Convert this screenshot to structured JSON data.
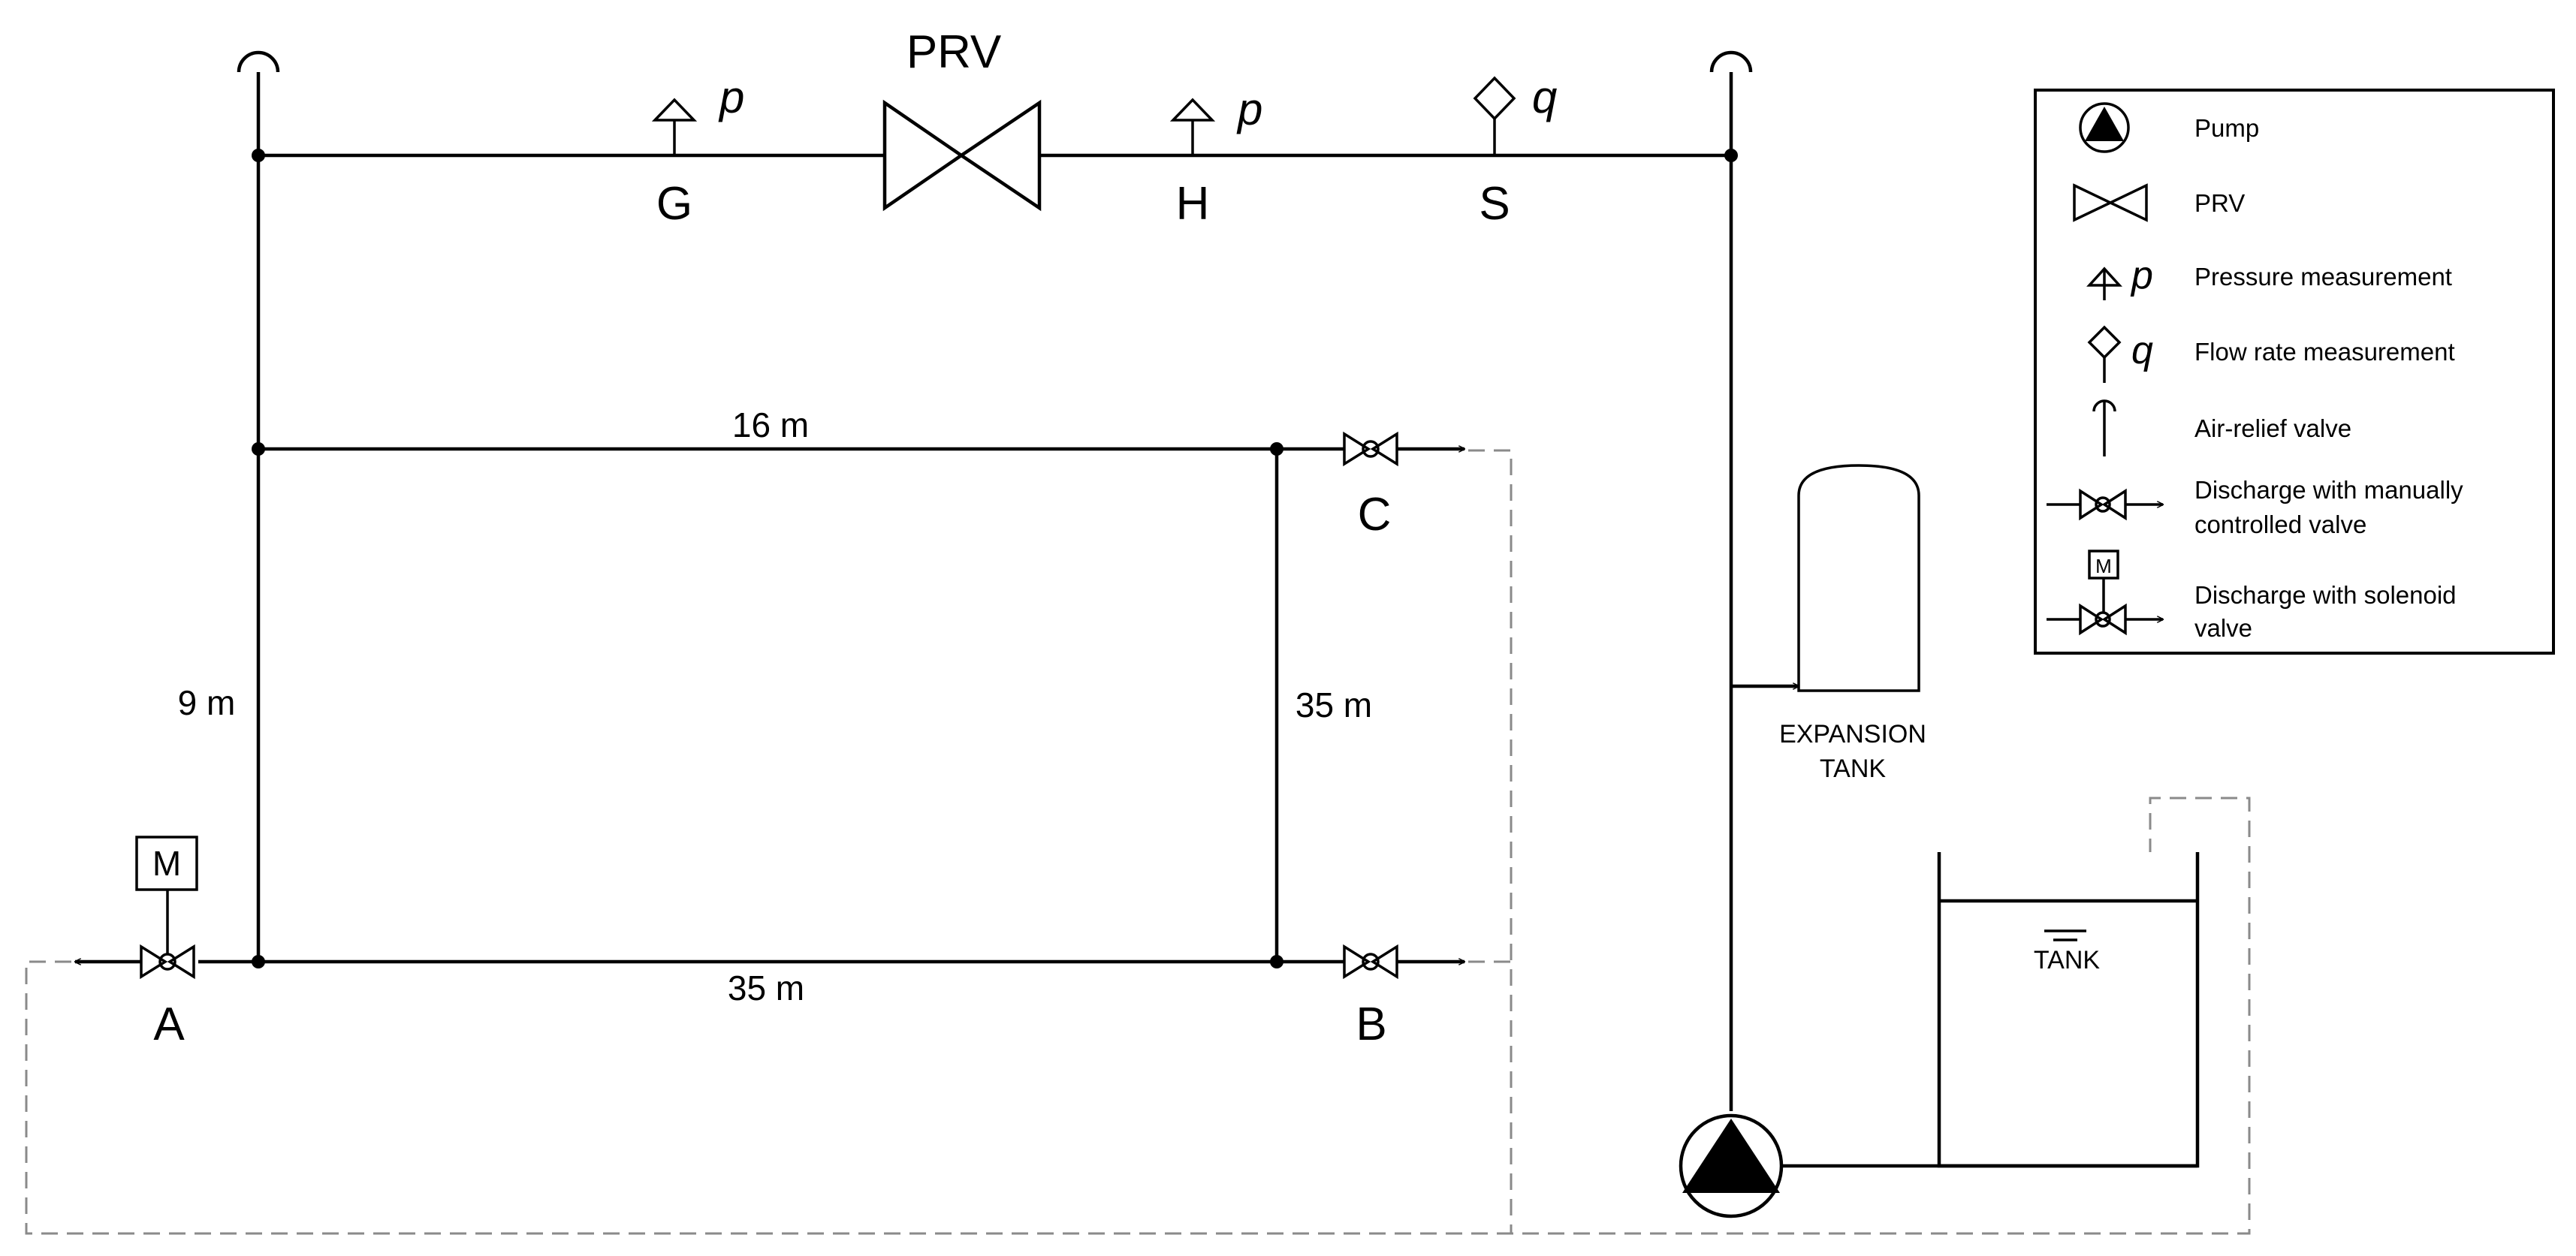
{
  "diagram": {
    "labels": {
      "prv": "PRV",
      "node_g": "G",
      "node_h": "H",
      "node_s": "S",
      "node_a": "A",
      "node_b": "B",
      "node_c": "C",
      "pressure_symbol_g": "p",
      "pressure_symbol_h": "p",
      "flow_symbol_s": "q",
      "motor": "M",
      "expansion_tank_line1": "EXPANSION",
      "expansion_tank_line2": "TANK",
      "tank": "TANK"
    },
    "pipe_lengths": {
      "top": "16 m",
      "left": "9 m",
      "right": "35 m",
      "bottom": "35 m"
    }
  },
  "legend": {
    "items": [
      {
        "icon": "pump-icon",
        "label": "Pump"
      },
      {
        "icon": "prv-icon",
        "label": "PRV"
      },
      {
        "icon": "pressure-measurement-icon",
        "symbol": "p",
        "label": "Pressure measurement"
      },
      {
        "icon": "flow-rate-measurement-icon",
        "symbol": "q",
        "label": "Flow rate measurement"
      },
      {
        "icon": "air-relief-valve-icon",
        "label": "Air-relief valve"
      },
      {
        "icon": "manual-valve-discharge-icon",
        "label_line1": "Discharge with manually",
        "label_line2": "controlled valve"
      },
      {
        "icon": "solenoid-valve-discharge-icon",
        "motor": "M",
        "label_line1": "Discharge with solenoid",
        "label_line2": "valve"
      }
    ]
  }
}
